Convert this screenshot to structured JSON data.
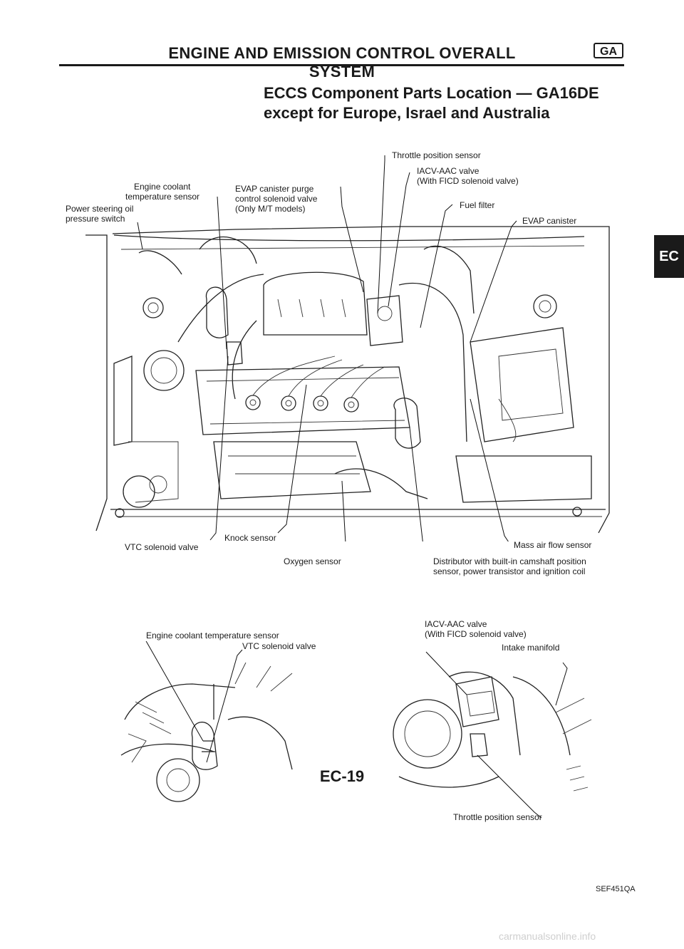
{
  "header": {
    "title": "ENGINE AND EMISSION CONTROL OVERALL SYSTEM",
    "badge": "GA",
    "side_tab": "EC"
  },
  "section": {
    "title_line1": "ECCS Component Parts Location — GA16DE",
    "title_line2": "except for Europe, Israel and Australia"
  },
  "main_figure": {
    "labels": {
      "throttle_position_sensor": "Throttle position sensor",
      "iacv_line1": "IACV-AAC valve",
      "iacv_line2": "(With FICD solenoid valve)",
      "engine_coolant_line1": "Engine coolant",
      "engine_coolant_line2": "temperature sensor",
      "evap_purge_line1": "EVAP canister purge",
      "evap_purge_line2": "control solenoid valve",
      "evap_purge_line3": "(Only M/T models)",
      "fuel_filter": "Fuel filter",
      "power_steering_line1": "Power steering oil",
      "power_steering_line2": "pressure switch",
      "evap_canister": "EVAP canister",
      "vtc_solenoid": "VTC solenoid valve",
      "knock_sensor": "Knock sensor",
      "mass_air_flow": "Mass air flow sensor",
      "oxygen_sensor": "Oxygen sensor",
      "distributor_line1": "Distributor with built-in camshaft position",
      "distributor_line2": "sensor, power transistor and ignition coil"
    }
  },
  "detail_left": {
    "labels": {
      "engine_coolant": "Engine coolant temperature sensor",
      "vtc_solenoid": "VTC solenoid valve"
    }
  },
  "detail_right": {
    "labels": {
      "iacv_line1": "IACV-AAC valve",
      "iacv_line2": "(With FICD solenoid valve)",
      "intake_manifold": "Intake manifold",
      "throttle_position_sensor": "Throttle position sensor"
    }
  },
  "footer": {
    "page_number": "EC-19",
    "figure_code": "SEF451QA",
    "watermark": "carmanualsonline.info"
  }
}
